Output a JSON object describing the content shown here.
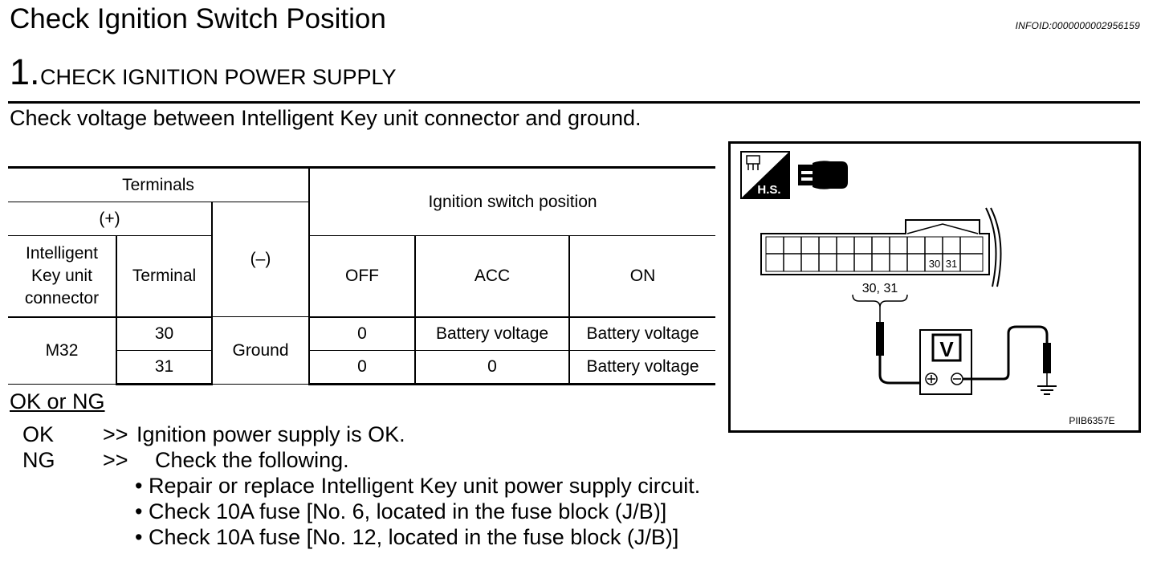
{
  "header": {
    "title": "Check Ignition Switch Position",
    "info_id": "INFOID:0000000002956159"
  },
  "step": {
    "number": "1.",
    "title": "CHECK IGNITION POWER SUPPLY",
    "instruction": "Check voltage between Intelligent Key unit connector and ground."
  },
  "table": {
    "terminals_header": "Terminals",
    "plus_header": "(+)",
    "minus_header": "(–)",
    "ignition_header": "Ignition switch position",
    "connector_header": "Intelligent Key unit connector",
    "terminal_header": "Terminal",
    "positions": [
      "OFF",
      "ACC",
      "ON"
    ],
    "connector": "M32",
    "ground": "Ground",
    "rows": [
      {
        "terminal": "30",
        "off": "0",
        "acc": "Battery voltage",
        "on": "Battery voltage"
      },
      {
        "terminal": "31",
        "off": "0",
        "acc": "0",
        "on": "Battery voltage"
      }
    ]
  },
  "verdict": {
    "heading": "OK or NG",
    "ok_label": "OK",
    "ok_arrow": ">>",
    "ok_text": "Ignition power supply is OK.",
    "ng_label": "NG",
    "ng_arrow": ">>",
    "ng_text": "Check the following.",
    "bullets": [
      "Repair or replace Intelligent Key unit power supply circuit.",
      "Check 10A fuse [No. 6, located in the fuse block (J/B)]",
      "Check 10A fuse [No. 12, located in the fuse block (J/B)]"
    ]
  },
  "diagram": {
    "hs_label": "H.S.",
    "pin_label_a": "30",
    "pin_label_b": "31",
    "probe_label": "30, 31",
    "meter_label": "V",
    "figure_id": "PIIB6357E",
    "icons": [
      "harness-side-icon",
      "connector-icon",
      "voltmeter-icon",
      "ground-icon"
    ]
  }
}
